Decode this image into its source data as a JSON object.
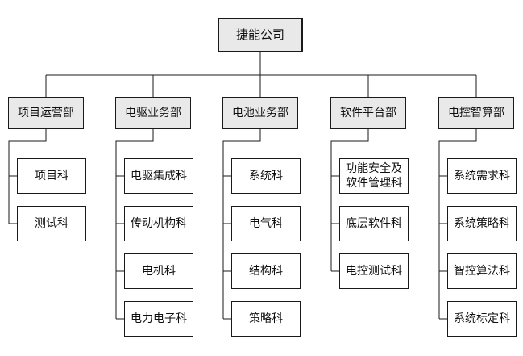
{
  "org": {
    "root_label": "捷能公司",
    "departments": [
      {
        "label": "项目运营部",
        "children": [
          "项目科",
          "测试科"
        ]
      },
      {
        "label": "电驱业务部",
        "children": [
          "电驱集成科",
          "传动机构科",
          "电机科",
          "电力电子科"
        ]
      },
      {
        "label": "电池业务部",
        "children": [
          "系统科",
          "电气科",
          "结构科",
          "策略科"
        ]
      },
      {
        "label": "软件平台部",
        "children": [
          "功能安全及软件管理科",
          "底层软件科",
          "电控测试科"
        ]
      },
      {
        "label": "电控智算部",
        "children": [
          "系统需求科",
          "系统策略科",
          "智控算法科",
          "系统标定科"
        ]
      }
    ]
  },
  "colors": {
    "node_fill_gray": "#e9e9e9",
    "node_fill_white": "#ffffff",
    "line_and_border": "#1a1a1a",
    "background": "#ffffff"
  }
}
